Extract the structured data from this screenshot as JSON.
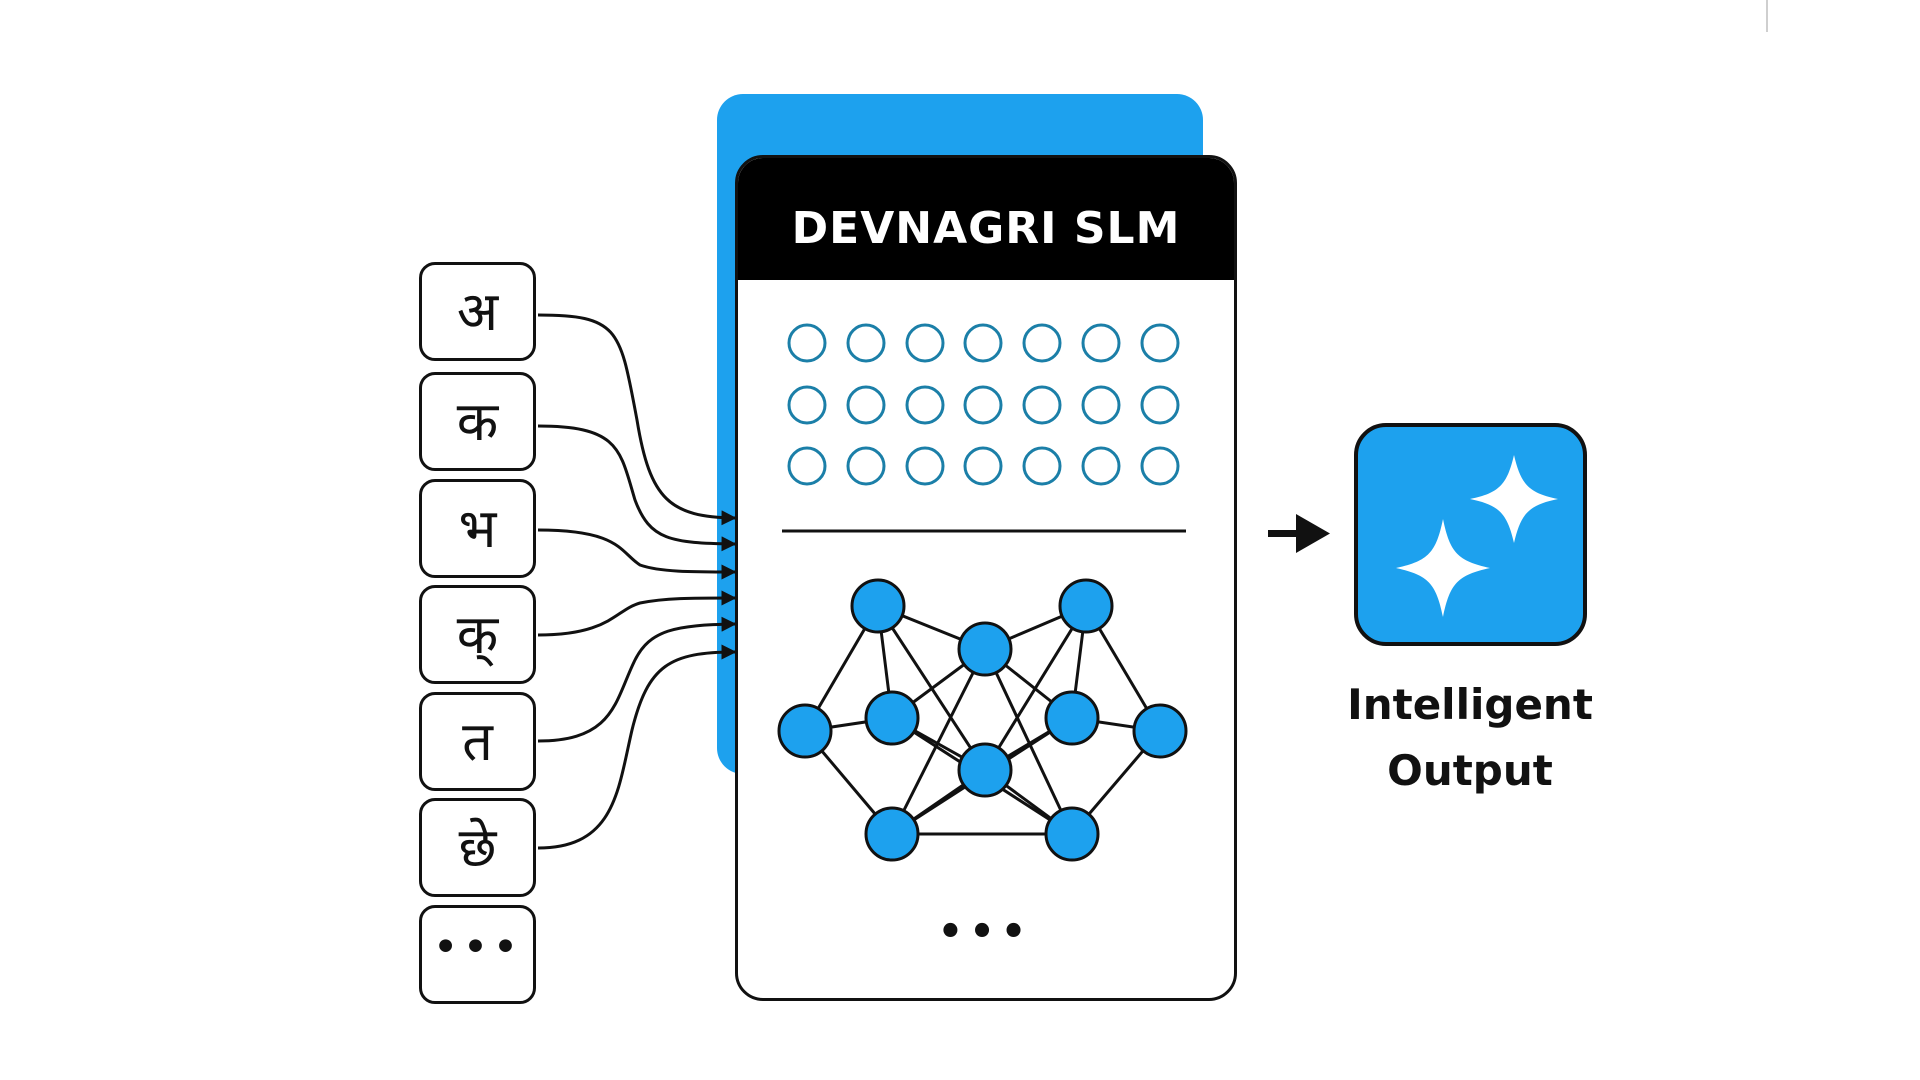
{
  "diagram": {
    "model_title": "DEVNAGRI SLM",
    "input_characters": [
      "अ",
      "क",
      "भ",
      "क्",
      "त",
      "छे"
    ],
    "input_more": "•••",
    "model_more": "•••",
    "output_label_line1": "Intelligent",
    "output_label_line2": "Output"
  },
  "icons": {
    "output": "sparkle-icon",
    "arrow": "arrow-right-icon",
    "network": "neural-network-icon"
  },
  "colors": {
    "accent": "#1da1ee",
    "node_ring": "#1b7fa8",
    "ink": "#111111",
    "header": "#000000"
  }
}
